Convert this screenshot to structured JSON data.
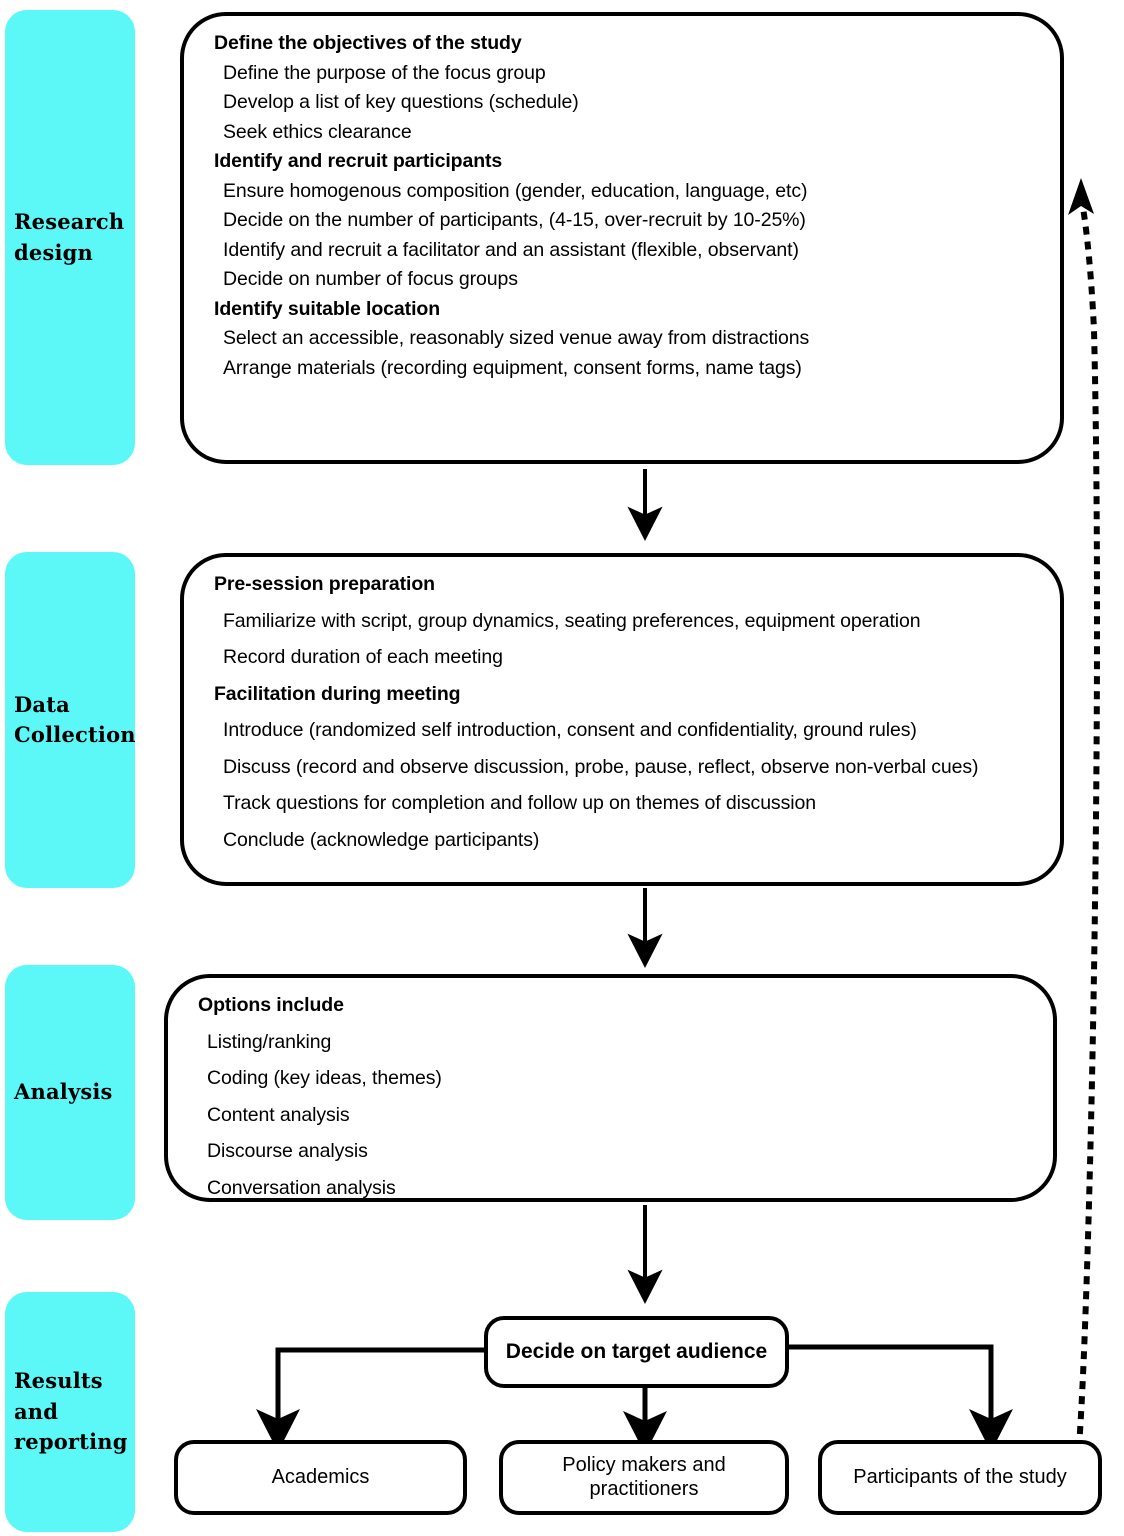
{
  "stages": [
    {
      "name": "research-design",
      "label": "Research\ndesign"
    },
    {
      "name": "data-collection",
      "label": "Data\nCollection"
    },
    {
      "name": "analysis",
      "label": "Analysis"
    },
    {
      "name": "results-reporting",
      "label": "Results\nand\nreporting"
    }
  ],
  "panels": {
    "research_design": {
      "lines": [
        {
          "type": "heading",
          "text": "Define the objectives of the study"
        },
        {
          "type": "item",
          "text": "Define the purpose of the focus group"
        },
        {
          "type": "item",
          "text": "Develop a list of key questions (schedule)"
        },
        {
          "type": "item",
          "text": "Seek ethics clearance"
        },
        {
          "type": "heading",
          "text": "Identify and recruit participants"
        },
        {
          "type": "item",
          "text": "Ensure homogenous composition (gender, education, language, etc)"
        },
        {
          "type": "item",
          "text": "Decide on the number of participants, (4-15, over-recruit by 10-25%)"
        },
        {
          "type": "item",
          "text": "Identify and recruit a facilitator and an assistant (flexible, observant)"
        },
        {
          "type": "item",
          "text": "Decide on number of focus groups"
        },
        {
          "type": "heading",
          "text": "Identify suitable location"
        },
        {
          "type": "item",
          "text": "Select an accessible, reasonably sized venue away from distractions"
        },
        {
          "type": "item",
          "text": "Arrange materials (recording equipment, consent forms, name tags)"
        }
      ]
    },
    "data_collection": {
      "lines": [
        {
          "type": "heading",
          "text": "Pre-session preparation"
        },
        {
          "type": "item",
          "text": "Familiarize with script, group dynamics, seating preferences, equipment operation"
        },
        {
          "type": "item",
          "text": "Record duration of each meeting"
        },
        {
          "type": "heading",
          "text": "Facilitation during meeting"
        },
        {
          "type": "item",
          "text": "Introduce (randomized self introduction, consent and confidentiality, ground rules)"
        },
        {
          "type": "item",
          "text": "Discuss (record and observe discussion, probe, pause, reflect, observe non-verbal cues)"
        },
        {
          "type": "item",
          "text": "Track questions for completion and follow up on themes of discussion"
        },
        {
          "type": "item",
          "text": "Conclude (acknowledge participants)"
        }
      ]
    },
    "analysis": {
      "lines": [
        {
          "type": "heading",
          "text": "Options include"
        },
        {
          "type": "item",
          "text": "Listing/ranking"
        },
        {
          "type": "item",
          "text": "Coding (key ideas, themes)"
        },
        {
          "type": "item",
          "text": "Content analysis"
        },
        {
          "type": "item",
          "text": "Discourse analysis"
        },
        {
          "type": "item",
          "text": "Conversation analysis"
        }
      ]
    }
  },
  "decision": {
    "label": "Decide on target audience"
  },
  "audiences": [
    {
      "name": "academics",
      "label": "Academics"
    },
    {
      "name": "policy-makers",
      "label": "Policy makers and\npractitioners"
    },
    {
      "name": "participants",
      "label": "Participants of the study"
    }
  ],
  "colors": {
    "stage_fill": "#5CF7F7",
    "stroke": "#000000",
    "panel_fill": "#ffffff",
    "page_background": "#ffffff"
  }
}
